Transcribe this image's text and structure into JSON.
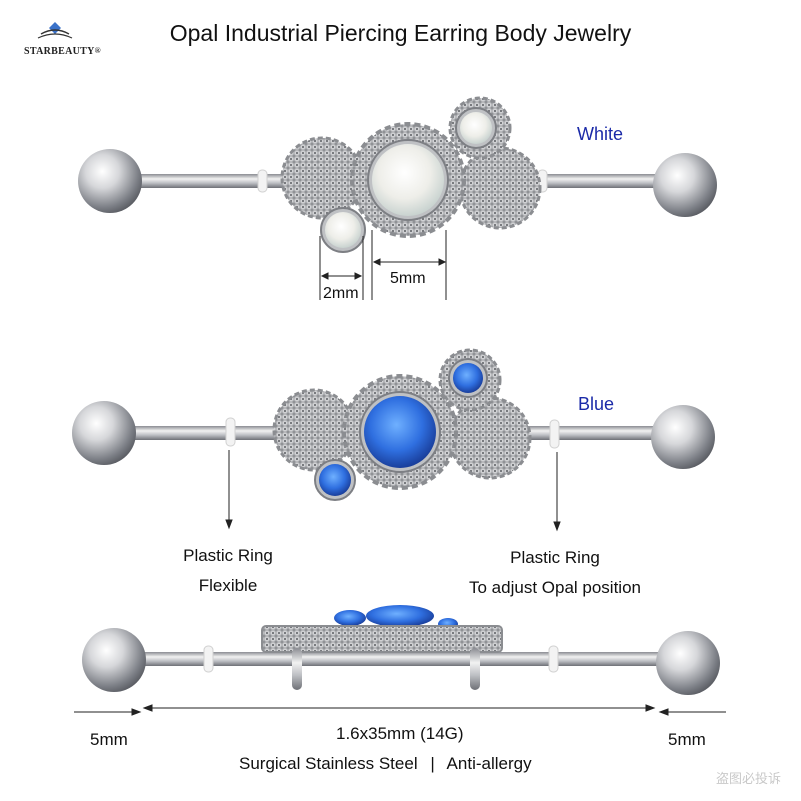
{
  "brand": {
    "name": "STARBEAUTY",
    "reg_mark": "®"
  },
  "title": "Opal Industrial Piercing Earring Body Jewelry",
  "variants": [
    {
      "label": "White",
      "color": "#1b2aa8",
      "stone_color": "#f2f2ee"
    },
    {
      "label": "Blue",
      "color": "#1b2aa8",
      "stone_color": "#2f6fe0"
    }
  ],
  "dimensions": {
    "small_stone": "2mm",
    "large_stone": "5mm",
    "ball_left": "5mm",
    "ball_right": "5mm",
    "bar": "1.6x35mm (14G)"
  },
  "annotations": {
    "left_ring_line1": "Plastic Ring",
    "left_ring_line2": "Flexible",
    "right_ring_line1": "Plastic Ring",
    "right_ring_line2": "To adjust Opal position"
  },
  "material": {
    "text1": "Surgical Stainless Steel",
    "separator": "|",
    "text2": "Anti-allergy"
  },
  "watermark": "盗图必投诉"
}
